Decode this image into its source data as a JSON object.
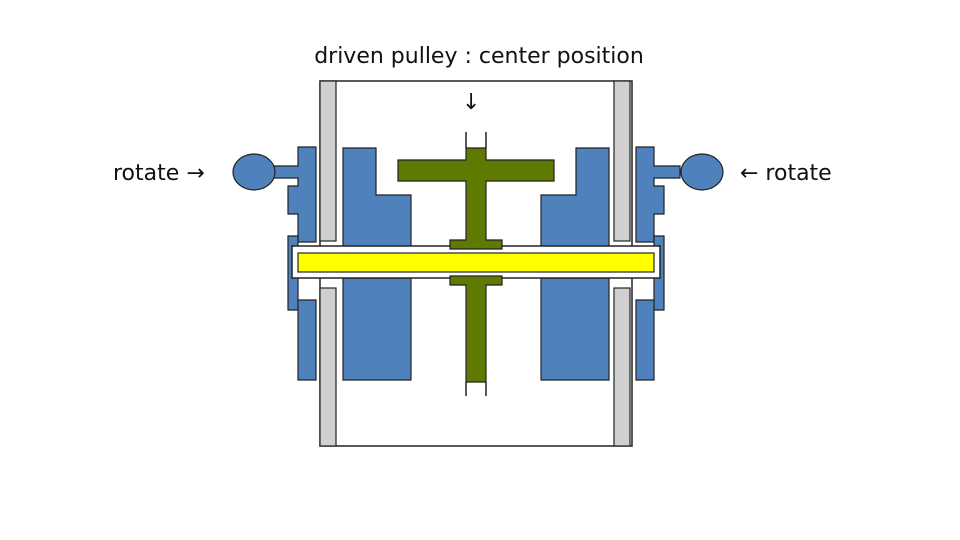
{
  "title": "driven pulley : center position",
  "down_arrow": "↓",
  "left_label": "rotate →",
  "right_label": "← rotate",
  "colors": {
    "housing": "#4f81bd",
    "pulley": "#5f7a00",
    "shaft": "#ffff00",
    "plate": "#d0d0d0",
    "outline": "#222222"
  }
}
